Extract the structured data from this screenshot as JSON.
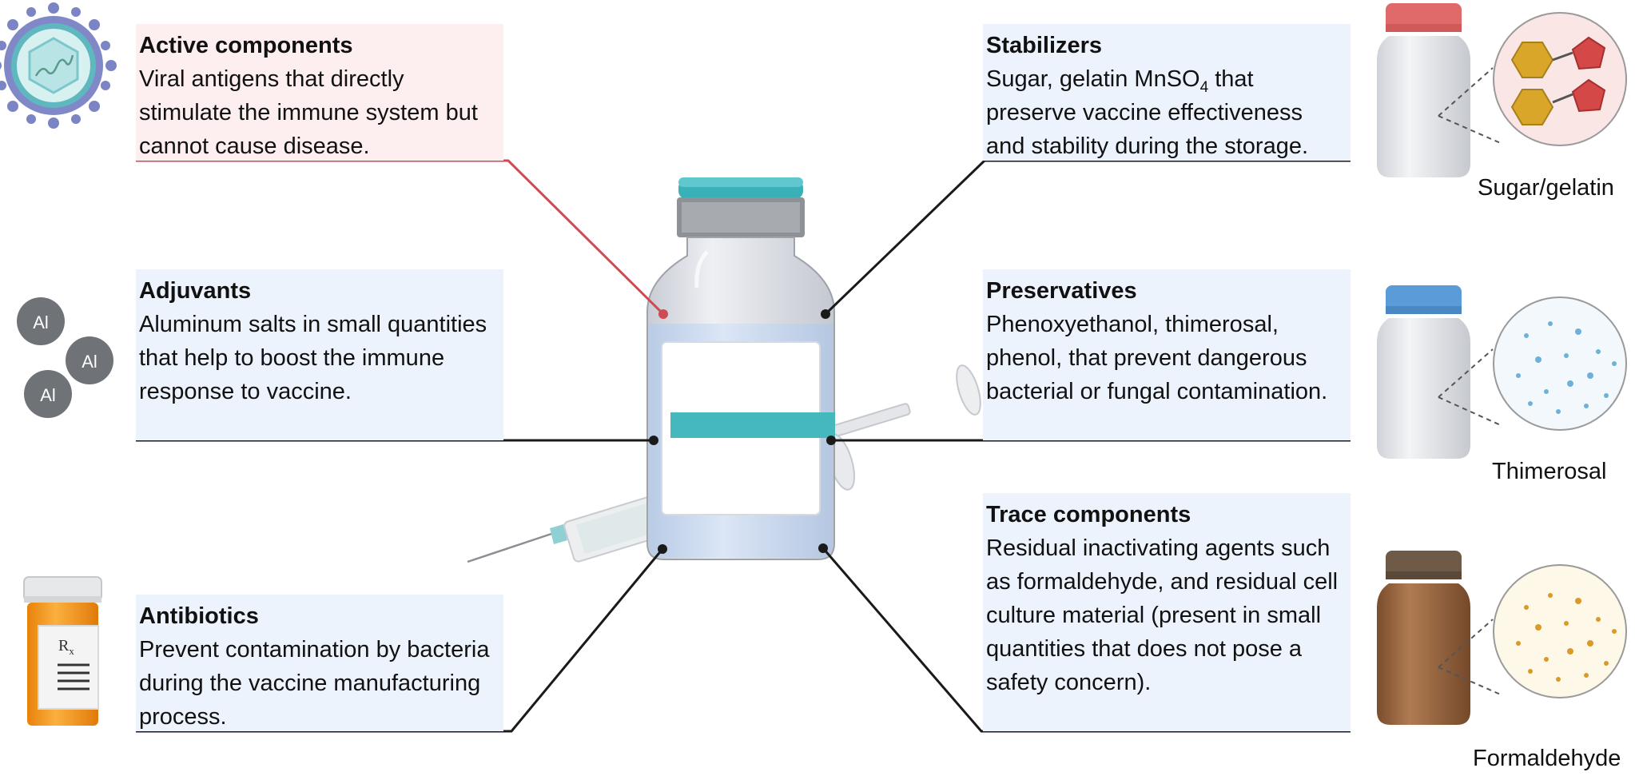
{
  "components": {
    "active": {
      "title": "Active components",
      "description": "Viral antigens that directly stimulate the immune system but cannot cause disease.",
      "accent_color": "#cf4a52",
      "bg_color": "#fdeef0"
    },
    "adjuvants": {
      "title": "Adjuvants",
      "description": "Aluminum salts in small quantities that help to boost the immune response to vaccine."
    },
    "antibiotics": {
      "title": "Antibiotics",
      "description": "Prevent contamination by bacteria during the vaccine manufacturing process."
    },
    "stabilizers": {
      "title": "Stabilizers",
      "desc_prefix": "Sugar, gelatin MnSO",
      "desc_sub": "4",
      "desc_suffix": " that preserve vaccine effectiveness and stability during the storage."
    },
    "preservatives": {
      "title": "Preservatives",
      "description": "Phenoxyethanol, thimerosal, phenol, that prevent dangerous bacterial or fungal contamination."
    },
    "trace": {
      "title": "Trace components",
      "description": "Residual inactivating agents such as formaldehyde, and residual cell culture material (present in small quantities that does not pose a safety concern)."
    }
  },
  "captions": {
    "sugar": "Sugar/gelatin",
    "thimerosal": "Thimerosal",
    "formaldehyde": "Formaldehyde"
  },
  "adjuvant_symbol": "Al",
  "rx_symbol": "R",
  "rx_sub": "x",
  "colors": {
    "box_blue": "#edf3fc",
    "vial_cap_teal": "#3ab0b8",
    "sugar_cap_red": "#e06a6a",
    "thimerosal_cap_blue": "#5b9bd8",
    "formaldehyde_brown": "#9a6a45",
    "antibiotic_orange": "#f39a1a",
    "leader_black": "#1a1a1a"
  }
}
